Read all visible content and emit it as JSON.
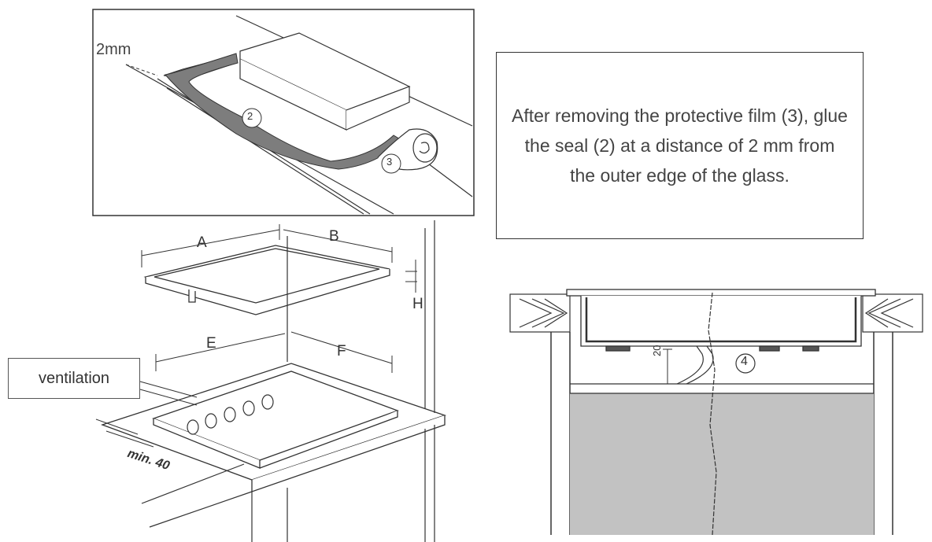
{
  "instruction": "After removing the protective film (3), glue the seal (2) at a distance of 2 mm from the outer edge of the glass.",
  "detail": {
    "gap_label": "2mm",
    "seal_marker": "2",
    "film_marker": "3"
  },
  "cutout": {
    "labels": {
      "a": "A",
      "b": "B",
      "h": "H",
      "e": "E",
      "f": "F",
      "min": "min. 40"
    },
    "ventilation_label": "ventilation"
  },
  "section": {
    "dimension": "20",
    "marker": "4"
  },
  "colors": {
    "line": "#333333",
    "seal": "#7d7d7d",
    "cabinet_fill": "#c2c2c2"
  }
}
